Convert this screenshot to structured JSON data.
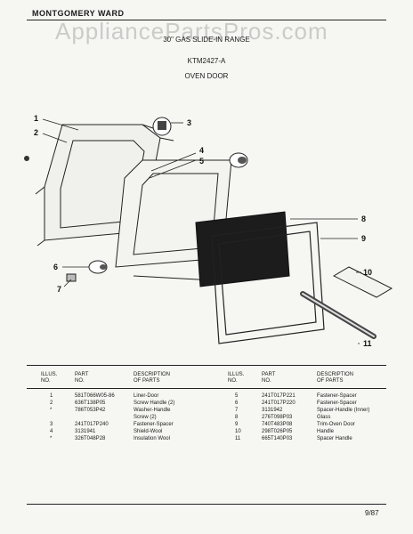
{
  "header": {
    "brand": "MONTGOMERY WARD",
    "watermark": "AppliancePartsPros.com",
    "subtitle": "30\" GAS SLIDE-IN RANGE",
    "model": "KTM2427-A",
    "section": "OVEN DOOR"
  },
  "callouts": [
    "1",
    "2",
    "3",
    "4",
    "5",
    "6",
    "7",
    "8",
    "9",
    "10",
    "11"
  ],
  "table": {
    "headers": {
      "illus": "ILLUS.\nNO.",
      "part": "PART\nNO.",
      "desc": "DESCRIPTION\nOF PARTS"
    },
    "left": [
      {
        "illus": "1",
        "part": "581T066W05-86",
        "desc": "Liner-Door"
      },
      {
        "illus": "2",
        "part": "636T138P05",
        "desc": "Screw Handle (2)"
      },
      {
        "illus": "*",
        "part": "786T053P42",
        "desc": "Washer-Handle"
      },
      {
        "illus": "",
        "part": "",
        "desc": "Screw (2)"
      },
      {
        "illus": "3",
        "part": "241T017P240",
        "desc": "Fastener-Spacer"
      },
      {
        "illus": "4",
        "part": "3131941",
        "desc": "Shield-Wool"
      },
      {
        "illus": "*",
        "part": "326T048P28",
        "desc": "Insulation Wool"
      }
    ],
    "right": [
      {
        "illus": "5",
        "part": "241T017P221",
        "desc": "Fastener-Spacer"
      },
      {
        "illus": "6",
        "part": "241T017P220",
        "desc": "Fastener-Spacer"
      },
      {
        "illus": "7",
        "part": "3131942",
        "desc": "Spacer-Handle (Inner)"
      },
      {
        "illus": "8",
        "part": "276T098P03",
        "desc": "Glass"
      },
      {
        "illus": "9",
        "part": "740T483P08",
        "desc": "Trim-Oven Door"
      },
      {
        "illus": "10",
        "part": "298T026P05",
        "desc": "Handle"
      },
      {
        "illus": "11",
        "part": "665T140P03",
        "desc": "Spacer Handle"
      }
    ]
  },
  "footer": {
    "date": "9/87"
  }
}
